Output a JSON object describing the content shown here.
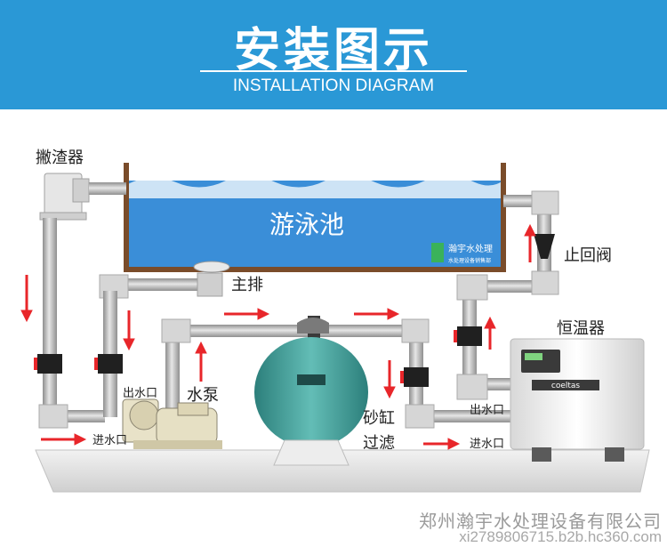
{
  "header": {
    "title_cn": "安装图示",
    "title_en": "INSTALLATION DIAGRAM",
    "bg_color": "#2a98d6"
  },
  "labels": {
    "skimmer": "撇渣器",
    "pool": "游泳池",
    "main_drain": "主排",
    "check_valve": "止回阀",
    "heater": "恒温器",
    "pump": "水泵",
    "outlet_pump": "出水口",
    "inlet_pump": "进水口",
    "sand_filter_line1": "砂缸",
    "sand_filter_line2": "过滤",
    "outlet_heater": "出水口",
    "inlet_heater": "进水口",
    "pool_logo": "瀚宇水处理",
    "pool_logo_sub": "水处理设备销售部",
    "heater_brand": "coeltas"
  },
  "footer": {
    "company": "郑州瀚宇水处理设备有限公司",
    "url": "xi2789806715.b2b.hc360.com"
  },
  "colors": {
    "pipe": "#c8c8c8",
    "pipe_dark": "#9c9c9c",
    "water": "#3a8ed8",
    "arrow": "#e8262a",
    "pool_wall": "#7a4c2a",
    "filter_tank": "#3f9f9a",
    "ground": "#dcdcdc"
  }
}
